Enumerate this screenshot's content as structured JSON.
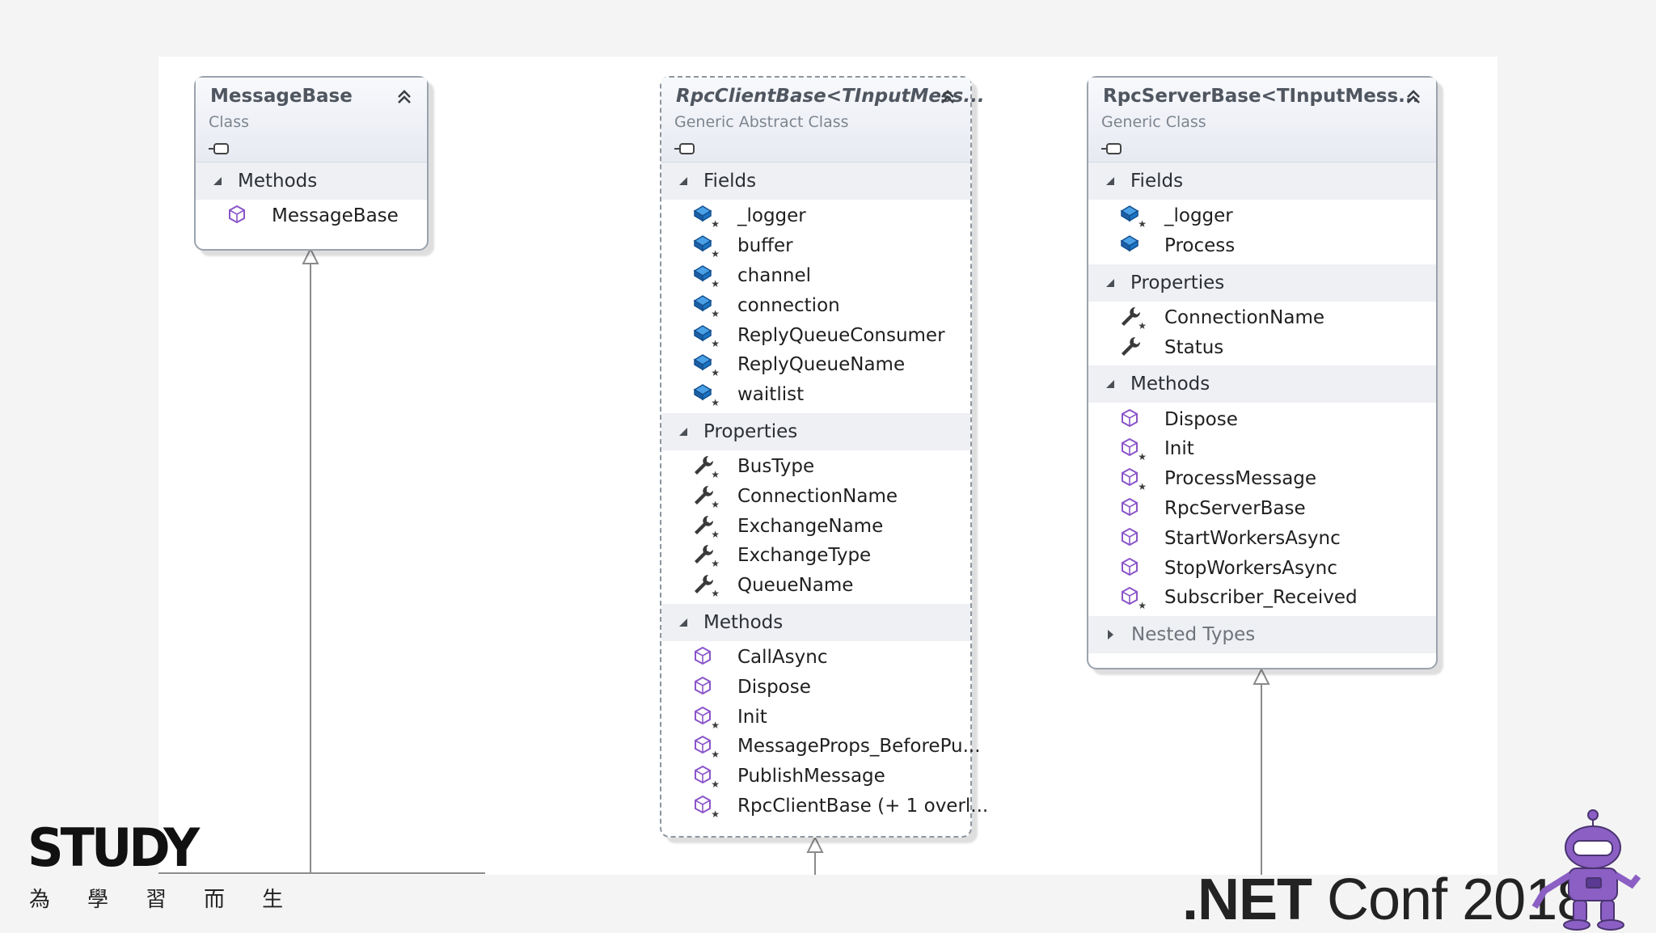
{
  "classes": {
    "message_base": {
      "title": "MessageBase",
      "subtitle": "Class",
      "sections": {
        "methods": {
          "label": "Methods",
          "items": [
            "MessageBase"
          ]
        }
      }
    },
    "rpc_client_base": {
      "title": "RpcClientBase<TInputMess...",
      "subtitle": "Generic Abstract Class",
      "sections": {
        "fields": {
          "label": "Fields",
          "items": [
            "_logger",
            "buffer",
            "channel",
            "connection",
            "ReplyQueueConsumer",
            "ReplyQueueName",
            "waitlist"
          ]
        },
        "properties": {
          "label": "Properties",
          "items": [
            "BusType",
            "ConnectionName",
            "ExchangeName",
            "ExchangeType",
            "QueueName"
          ]
        },
        "methods": {
          "label": "Methods",
          "items": [
            "CallAsync",
            "Dispose",
            "Init",
            "MessageProps_BeforePu...",
            "PublishMessage",
            "RpcClientBase (+ 1 overl..."
          ]
        }
      }
    },
    "rpc_server_base": {
      "title": "RpcServerBase<TInputMess...",
      "subtitle": "Generic Class",
      "sections": {
        "fields": {
          "label": "Fields",
          "items": [
            "_logger",
            "Process"
          ]
        },
        "properties": {
          "label": "Properties",
          "items": [
            "ConnectionName",
            "Status"
          ]
        },
        "methods": {
          "label": "Methods",
          "items": [
            "Dispose",
            "Init",
            "ProcessMessage",
            "RpcServerBase",
            "StartWorkersAsync",
            "StopWorkersAsync",
            "Subscriber_Received"
          ]
        },
        "nested_types": {
          "label": "Nested Types"
        }
      }
    }
  },
  "branding": {
    "study_text": "STUDY",
    "study_chars": [
      "為",
      "學",
      "習",
      "而",
      "生"
    ],
    "netconf_text": ".NET",
    "netconf_rest": " Conf 2018"
  },
  "colors": {
    "header_gradient_top": "#f8f9fc",
    "header_gradient_bottom": "#e7eaf2",
    "section_bg": "#eef0f4",
    "field_icon": "#1f6fb5",
    "method_icon": "#8a55c9",
    "mascot": "#8b5fc4"
  }
}
